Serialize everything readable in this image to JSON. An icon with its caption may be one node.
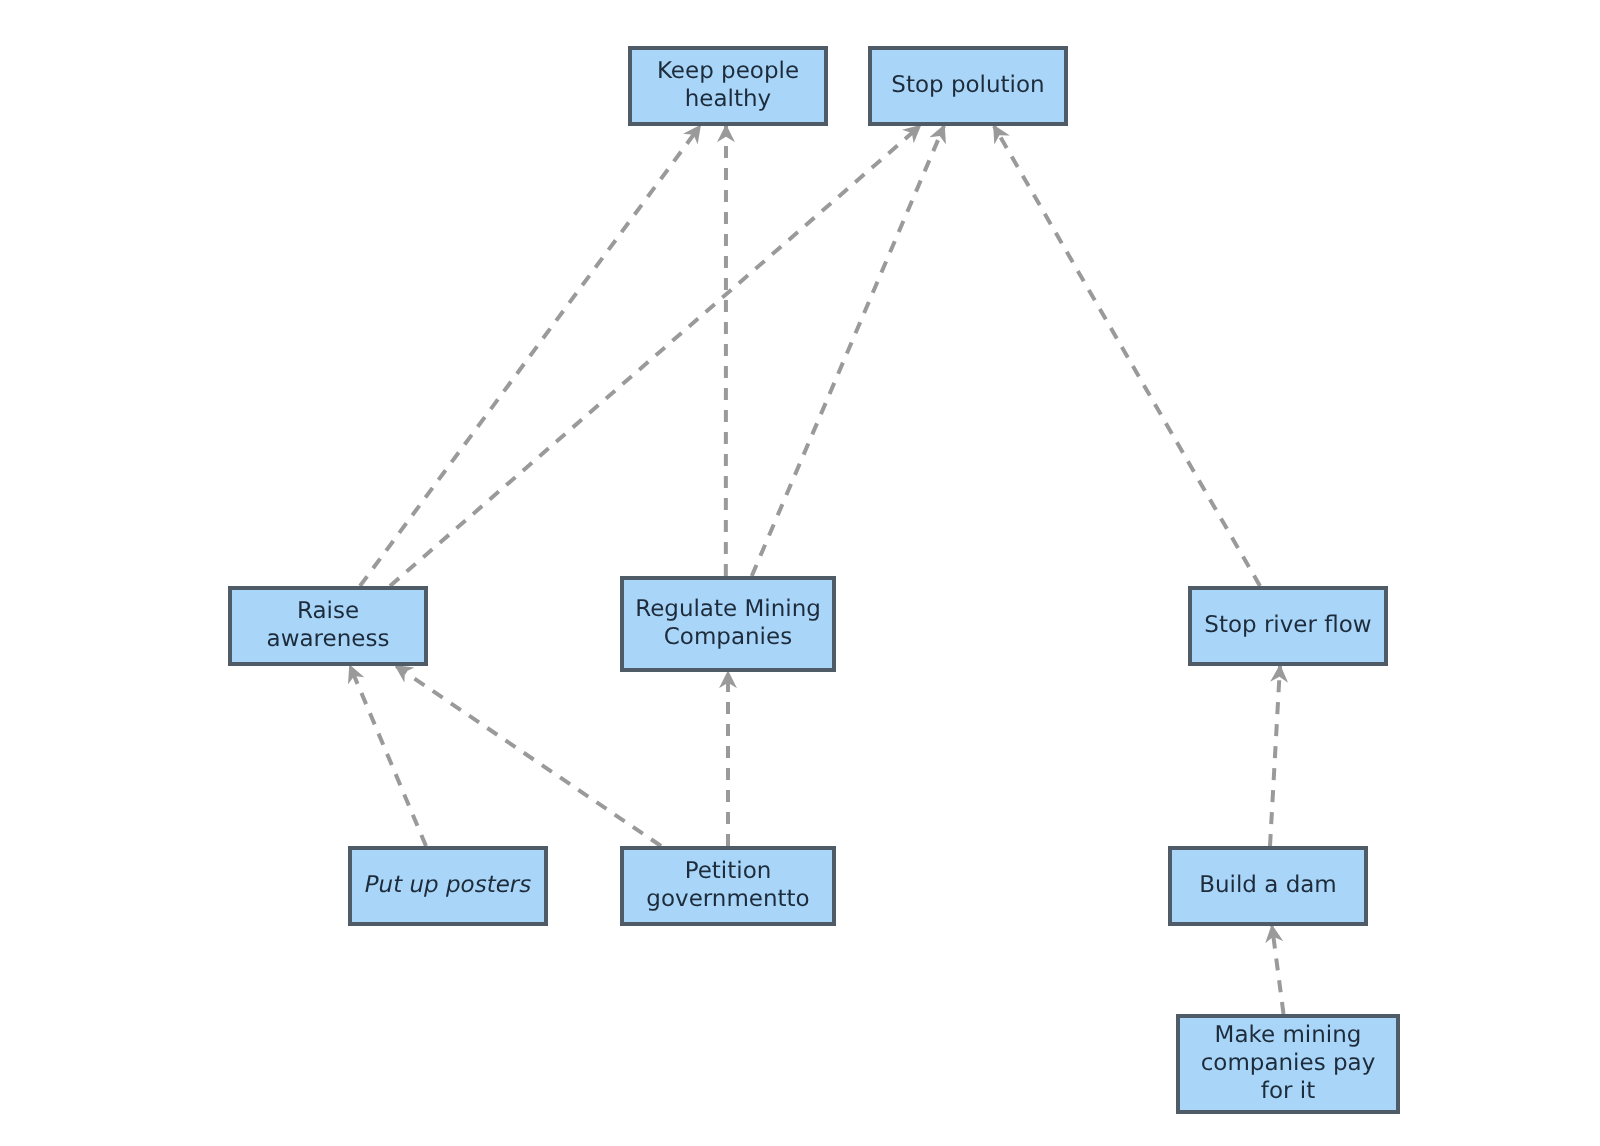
{
  "diagram": {
    "nodes": [
      {
        "text": [
          "Keep people healthy"
        ]
      },
      {
        "text": [
          "Stop polution"
        ]
      },
      {
        "text": [
          "Raise awareness"
        ]
      },
      {
        "text": [
          "Regulate Mining Companies"
        ]
      },
      {
        "text": [
          "Stop river flow"
        ]
      },
      {
        "text": [
          "Put up posters"
        ]
      },
      {
        "text": [
          "Petition governmentto"
        ]
      },
      {
        "text": [
          "Build a dam"
        ]
      },
      {
        "text": [
          "Make mining companies pay for it"
        ]
      }
    ],
    "edges": [
      {
        "from": 2,
        "to": 0,
        "arrow": "to"
      },
      {
        "from": 2,
        "to": 1,
        "arrow": "to"
      },
      {
        "from": 3,
        "to": 0,
        "arrow": "to"
      },
      {
        "from": 3,
        "to": 1,
        "arrow": "to"
      },
      {
        "from": 4,
        "to": 1,
        "arrow": "to"
      },
      {
        "from": 5,
        "to": 2,
        "arrow": "to"
      },
      {
        "from": 6,
        "to": 2,
        "arrow": "to"
      },
      {
        "from": 6,
        "to": 3,
        "arrow": "to"
      },
      {
        "from": 7,
        "to": 4,
        "arrow": "to"
      },
      {
        "from": 8,
        "to": 7,
        "arrow": "to"
      }
    ]
  }
}
